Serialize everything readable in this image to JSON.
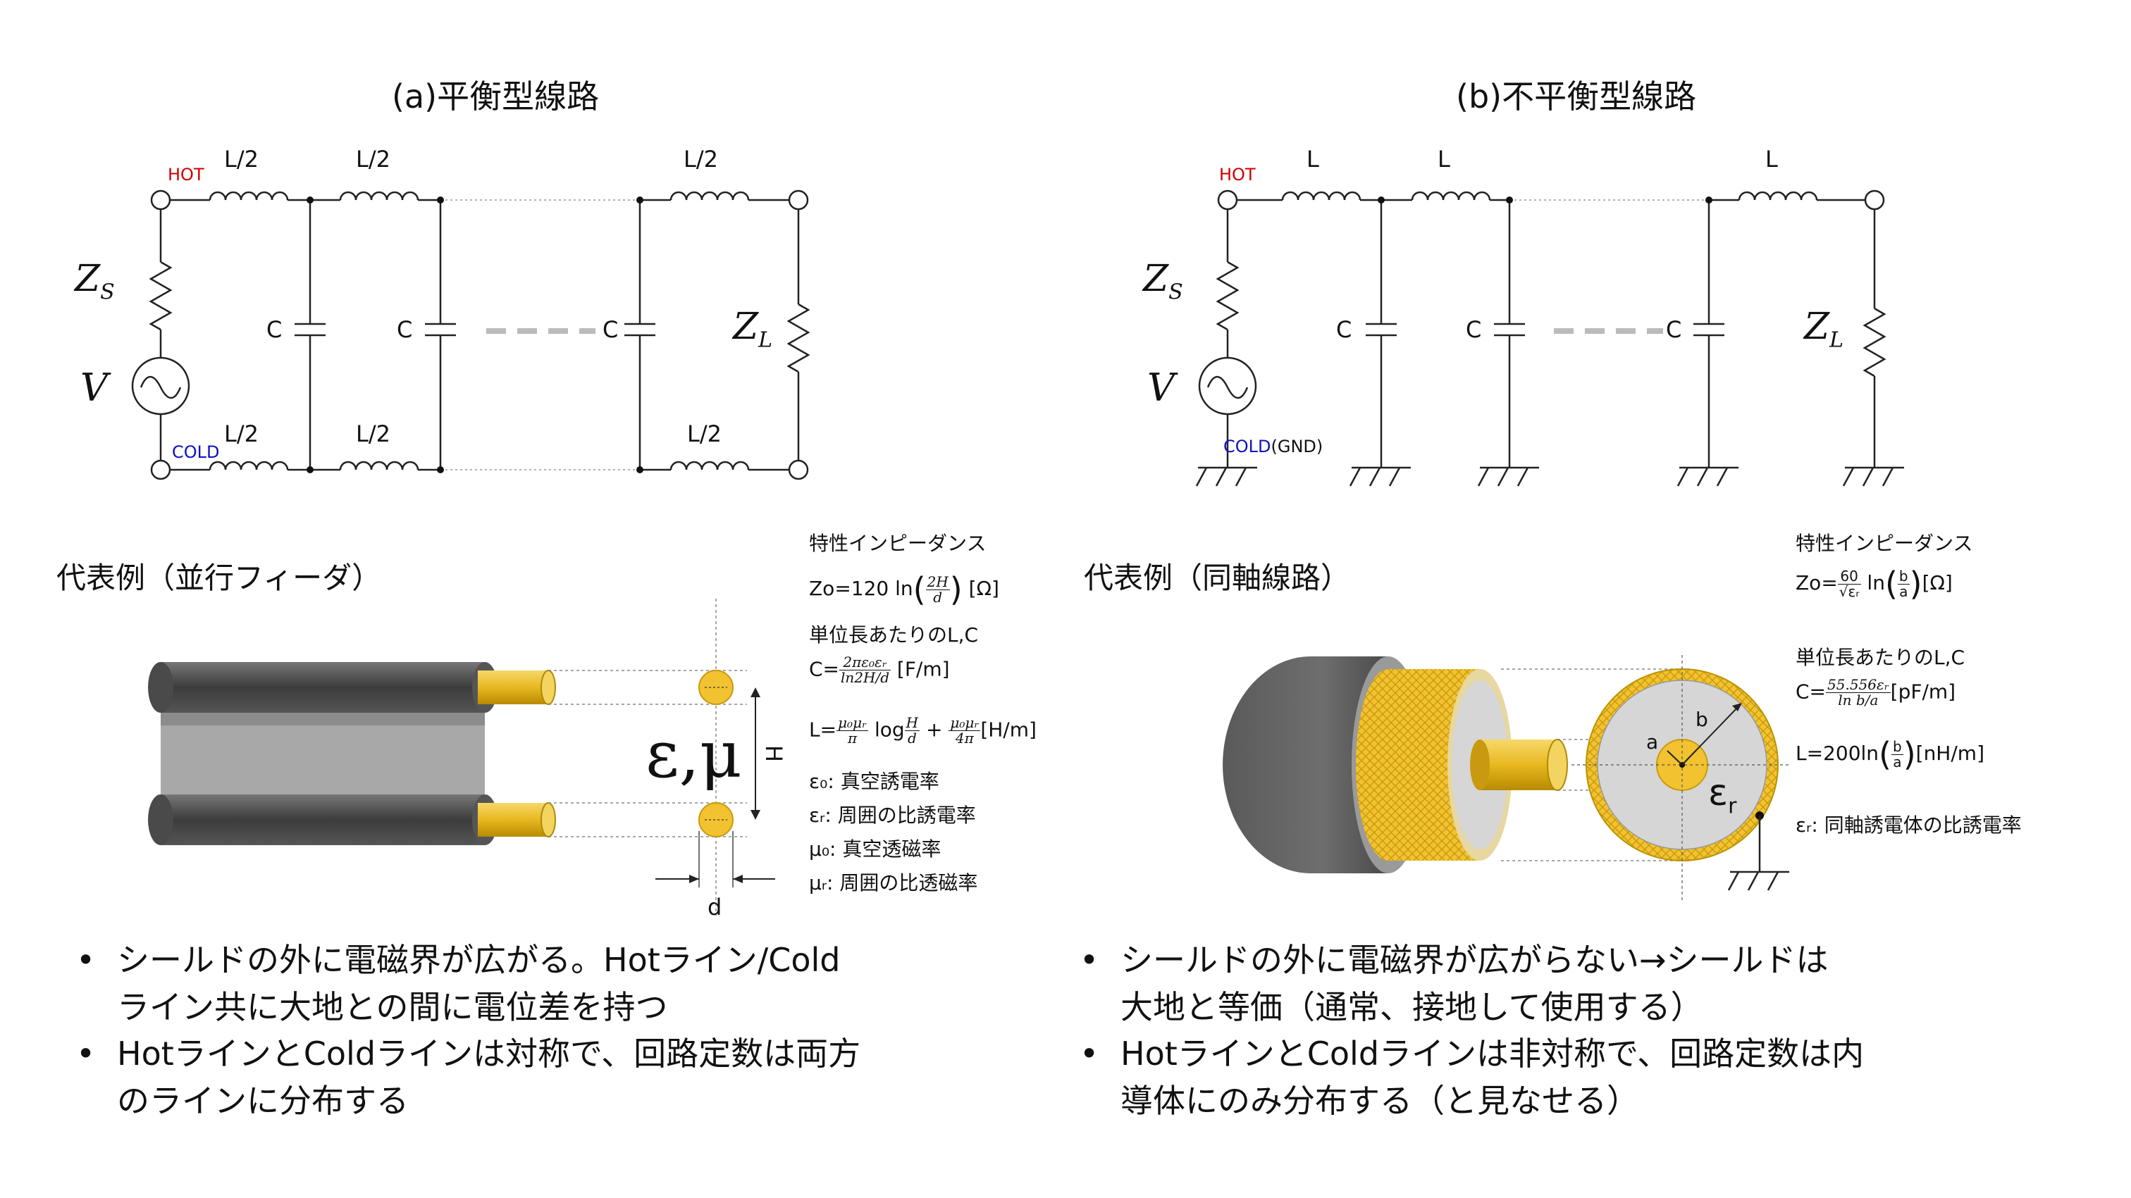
{
  "left_panel": {
    "title": "(a)平衡型線路",
    "hot": "HOT",
    "cold": "COLD",
    "l_half": "L/2",
    "c": "C",
    "zs": "Z",
    "zs_sub": "S",
    "zl": "Z",
    "zl_sub": "L",
    "v": "V",
    "example": "代表例（並行フィーダ）",
    "eps_mu": "ε,μ",
    "h": "H",
    "d": "d",
    "impedance_heading": "特性インピーダンス",
    "zo_prefix": "Zo=120 ln",
    "zo_num": "2H",
    "zo_den": "d",
    "zo_unit": "[Ω]",
    "lc_heading": "単位長あたりのL,C",
    "c_formula_prefix": "C=",
    "c_num": "2πε₀εᵣ",
    "c_den": "ln2H/d",
    "c_unit": "[F/m]",
    "l_formula_prefix": "L=",
    "l_num1": "μ₀μᵣ",
    "l_den1": "π",
    "l_mid": "log",
    "l_num2": "H",
    "l_den2": "d",
    "l_plus": "+",
    "l_num3": "μ₀μᵣ",
    "l_den3": "4π",
    "l_unit": "[H/m]",
    "def1": "ε₀: 真空誘電率",
    "def2": "εᵣ: 周囲の比誘電率",
    "def3": "μ₀: 真空透磁率",
    "def4": "μᵣ: 周囲の比透磁率",
    "bullets": [
      "シールドの外に電磁界が広がる。Hotライン/Cold",
      "ライン共に大地との間に電位差を持つ",
      "HotラインとColdラインは対称で、回路定数は両方",
      "のラインに分布する"
    ]
  },
  "right_panel": {
    "title": "(b)不平衡型線路",
    "hot": "HOT",
    "cold": "COLD",
    "gnd": "(GND)",
    "l": "L",
    "c": "C",
    "zs": "Z",
    "zs_sub": "S",
    "zl": "Z",
    "zl_sub": "L",
    "v": "V",
    "example": "代表例（同軸線路）",
    "a": "a",
    "b": "b",
    "eps_r": "ε",
    "eps_r_sub": "r",
    "impedance_heading": "特性インピーダンス",
    "zo_prefix": "Zo=",
    "zo_num": "60",
    "zo_den": "√εᵣ",
    "zo_ln": "ln",
    "zo_fnum": "b",
    "zo_fden": "a",
    "zo_unit": "[Ω]",
    "lc_heading": "単位長あたりのL,C",
    "c_formula_prefix": "C=",
    "c_num": "55.556εᵣ",
    "c_den": "ln b/a",
    "c_unit": "[pF/m]",
    "l_formula": "L=200ln",
    "l_fnum": "b",
    "l_fden": "a",
    "l_unit": "[nH/m]",
    "def1": "εᵣ: 同軸誘電体の比誘電率",
    "bullets": [
      "シールドの外に電磁界が広がらない→シールドは",
      "大地と等価（通常、接地して使用する）",
      "HotラインとColdラインは非対称で、回路定数は内",
      "導体にのみ分布する（と見なせる）"
    ]
  },
  "colors": {
    "hot": "#d00000",
    "cold": "#1010c0",
    "conductor": "#f2c230",
    "cable_dark": "#555555",
    "dielectric": "#d9d9d9",
    "dashed_gray": "#bbbbbb"
  }
}
